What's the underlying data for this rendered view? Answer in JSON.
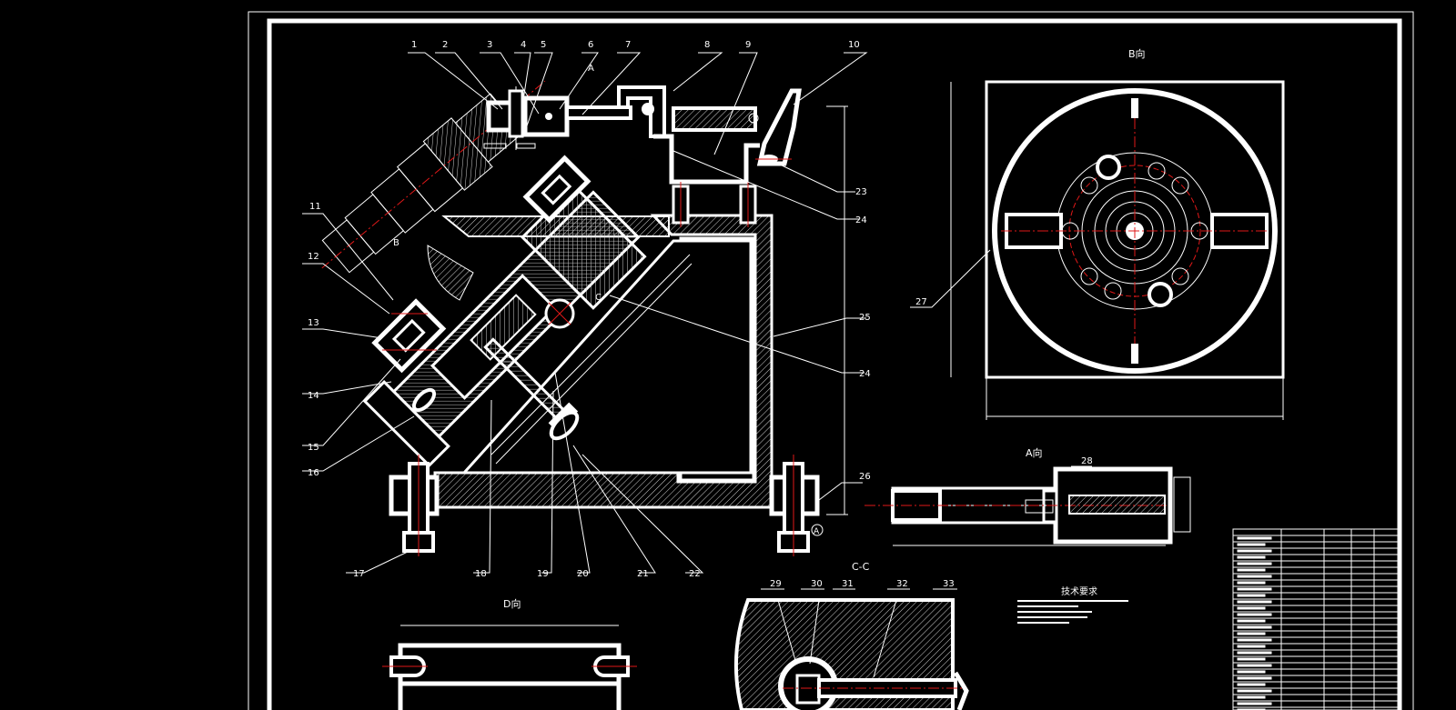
{
  "views": {
    "b_view_title": "B向",
    "a_view_title": "A向",
    "d_view_title": "D向",
    "cc_view_title": "C-C",
    "tech_req_title": "技术要求"
  },
  "callouts": [
    "1",
    "2",
    "3",
    "4",
    "5",
    "6",
    "7",
    "8",
    "9",
    "10",
    "11",
    "12",
    "13",
    "14",
    "15",
    "16",
    "17",
    "18",
    "19",
    "20",
    "21",
    "22",
    "23",
    "24",
    "25",
    "24",
    "26",
    "27",
    "28",
    "29",
    "30",
    "31",
    "32",
    "33"
  ],
  "letters": {
    "a_mark": "A",
    "b_mark": "B",
    "c_mark": "C",
    "circled_a": "A"
  }
}
